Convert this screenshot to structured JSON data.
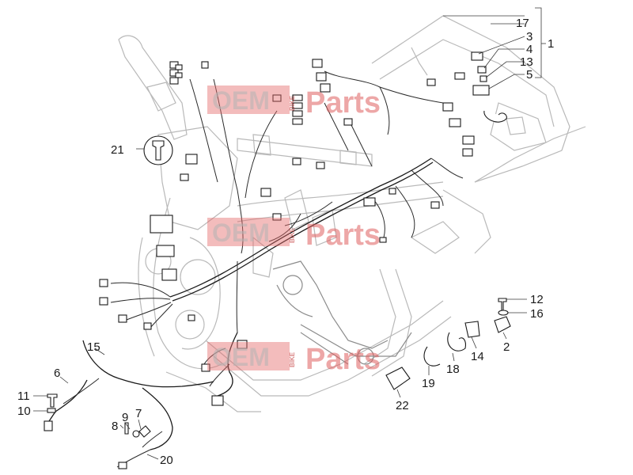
{
  "watermark": {
    "oem": "OEM",
    "bike": "BIKE",
    "parts": "Parts"
  },
  "callouts": [
    {
      "id": "c17",
      "label": "17"
    },
    {
      "id": "c3",
      "label": "3"
    },
    {
      "id": "c1",
      "label": "1"
    },
    {
      "id": "c4",
      "label": "4"
    },
    {
      "id": "c13",
      "label": "13"
    },
    {
      "id": "c5",
      "label": "5"
    },
    {
      "id": "c21",
      "label": "21"
    },
    {
      "id": "c12",
      "label": "12"
    },
    {
      "id": "c16",
      "label": "16"
    },
    {
      "id": "c2",
      "label": "2"
    },
    {
      "id": "c14",
      "label": "14"
    },
    {
      "id": "c18",
      "label": "18"
    },
    {
      "id": "c19",
      "label": "19"
    },
    {
      "id": "c22",
      "label": "22"
    },
    {
      "id": "c15",
      "label": "15"
    },
    {
      "id": "c6",
      "label": "6"
    },
    {
      "id": "c11",
      "label": "11"
    },
    {
      "id": "c10",
      "label": "10"
    },
    {
      "id": "c9",
      "label": "9"
    },
    {
      "id": "c7",
      "label": "7"
    },
    {
      "id": "c8",
      "label": "8"
    },
    {
      "id": "c20",
      "label": "20"
    }
  ]
}
